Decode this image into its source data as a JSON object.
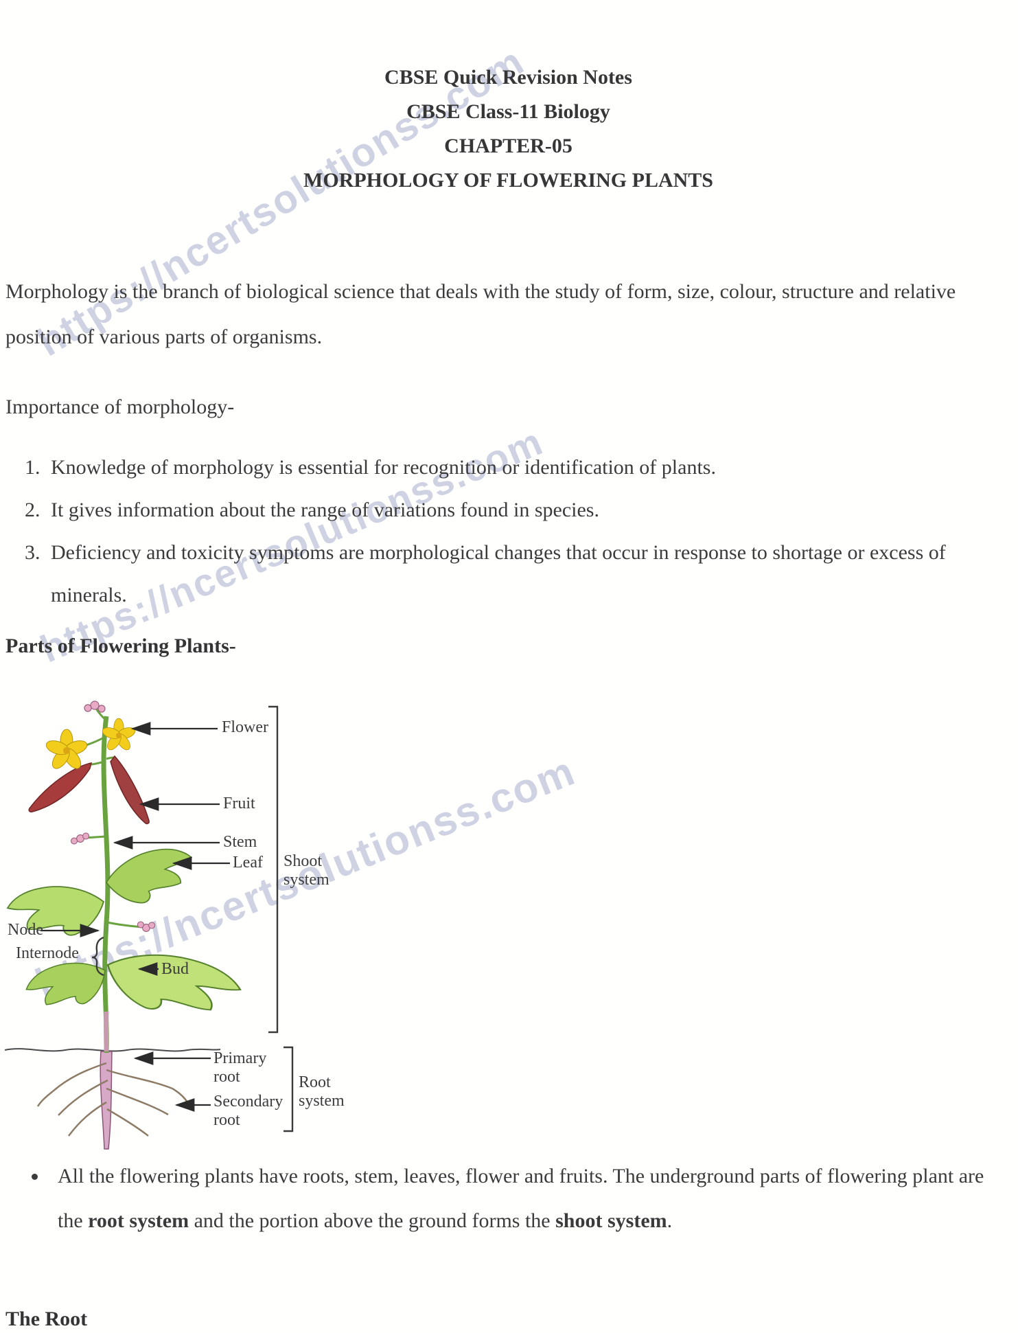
{
  "watermark": {
    "text": "https://ncertsolutionss.com",
    "color": "#a9aecd"
  },
  "header": {
    "line1": "CBSE Quick Revision Notes",
    "line2": "CBSE Class-11 Biology",
    "line3": "CHAPTER-05",
    "line4": "MORPHOLOGY OF FLOWERING PLANTS"
  },
  "intro": "Morphology is the branch of biological science that deals with the study of form, size, colour, structure and relative position of various parts of organisms.",
  "importance_heading": "Importance of morphology-",
  "importance_items": [
    "Knowledge of morphology is essential for recognition or identification of plants.",
    "It gives information about the range of variations found in species.",
    "Deficiency and toxicity symptoms are morphological changes that occur in response to shortage or excess of minerals."
  ],
  "parts_heading": "Parts of Flowering Plants-",
  "diagram": {
    "flower": "Flower",
    "fruit": "Fruit",
    "stem": "Stem",
    "leaf": "Leaf",
    "shoot_system": "Shoot system",
    "node": "Node",
    "internode": "Internode",
    "bud": "Bud",
    "primary_root": "Primary root",
    "secondary_root": "Secondary root",
    "root_system": "Root system"
  },
  "bullet": {
    "pre": "All the flowering plants have roots, stem, leaves, flower and fruits. The underground parts of flowering plant are the ",
    "bold1": "root system",
    "mid": " and the portion above the ground forms the ",
    "bold2": "shoot system",
    "post": "."
  },
  "root_heading": "The Root"
}
